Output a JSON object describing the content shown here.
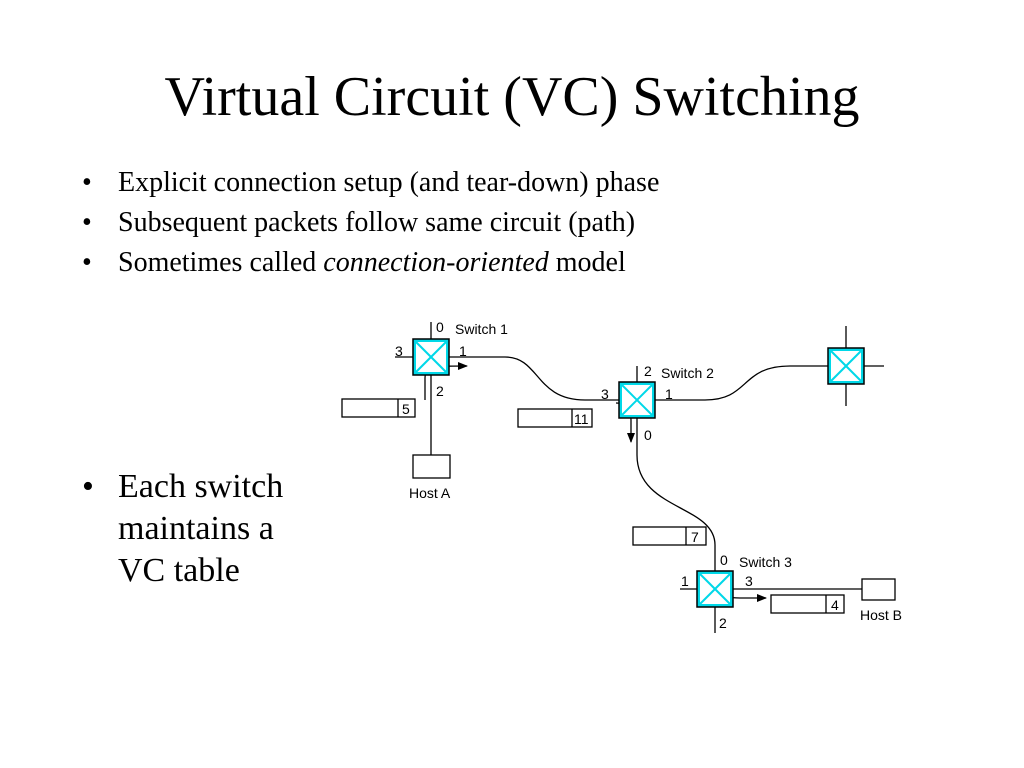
{
  "slide": {
    "title": "Virtual Circuit (VC) Switching",
    "bullets": [
      "Explicit connection setup (and tear-down) phase",
      "Subsequent packets follow same circuit (path)"
    ],
    "bullet3": {
      "prefix": "Sometimes called ",
      "emphasis": "connection-oriented",
      "suffix": " model"
    },
    "side_bullet_lines": [
      "Each switch",
      "maintains a",
      "VC table"
    ]
  },
  "diagram": {
    "switch1": {
      "name": "Switch 1",
      "ports": {
        "top": "0",
        "left": "3",
        "right": "1",
        "bottom": "2"
      }
    },
    "switch2": {
      "name": "Switch 2",
      "ports": {
        "top": "2",
        "left": "3",
        "right": "1",
        "bottom": "0"
      }
    },
    "switch3": {
      "name": "Switch 3",
      "ports": {
        "top": "0",
        "left": "1",
        "right": "3",
        "bottom": "2"
      }
    },
    "host_a": "Host A",
    "host_b": "Host B",
    "vc_labels": [
      "5",
      "11",
      "7",
      "4"
    ],
    "colors": {
      "switch_fill": "#00d8e8",
      "line": "#000000"
    }
  }
}
